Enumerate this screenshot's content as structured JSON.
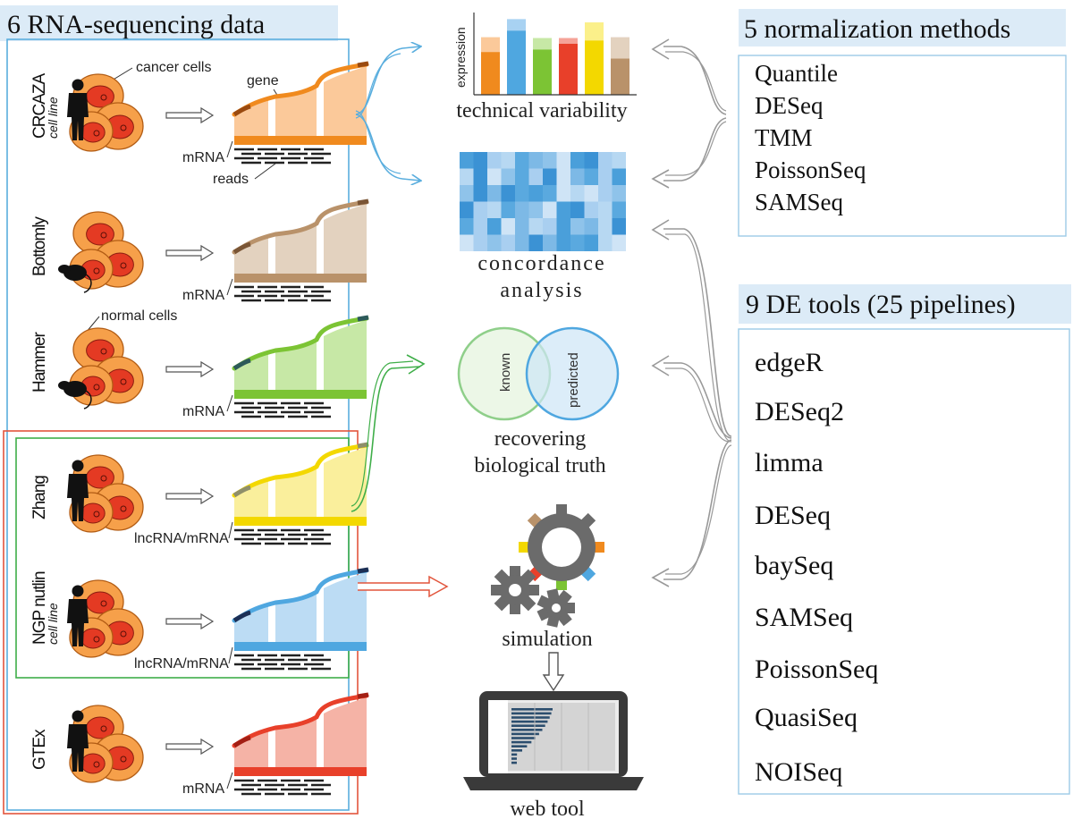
{
  "left_panel": {
    "title": "6 RNA-sequencing  data",
    "annotations": {
      "cancer_cells": "cancer cells",
      "gene": "gene",
      "reads": "reads",
      "normal_cells": "normal cells"
    },
    "datasets": [
      {
        "name": "CRCAZA",
        "sub": "cell line",
        "read_label": "mRNA",
        "color": "#f08a1e",
        "light": "#fbc99a",
        "cap": "#9a4a10",
        "organism": "human"
      },
      {
        "name": "Bottomly",
        "sub": "",
        "read_label": "mRNA",
        "color": "#b9926a",
        "light": "#e3d2bf",
        "cap": "#7a5535",
        "organism": "mouse"
      },
      {
        "name": "Hammer",
        "sub": "",
        "read_label": "mRNA",
        "color": "#7cc434",
        "light": "#c7e8a6",
        "cap": "#2d5a5a",
        "organism": "mouse"
      },
      {
        "name": "Zhang",
        "sub": "",
        "read_label": "lncRNA/mRNA",
        "color": "#f3d800",
        "light": "#faef9c",
        "cap": "#8f8f6a",
        "organism": "human"
      },
      {
        "name": "NGP nutlin",
        "sub": "cell line",
        "read_label": "lncRNA/mRNA",
        "color": "#4fa7e0",
        "light": "#bcdcf4",
        "cap": "#1c2f55",
        "organism": "human"
      },
      {
        "name": "GTEx",
        "sub": "",
        "read_label": "mRNA",
        "color": "#e8402a",
        "light": "#f5b3a6",
        "cap": "#a31f14",
        "organism": "human"
      }
    ]
  },
  "center": {
    "technical_variability": {
      "label": "technical variability",
      "ylabel": "expression",
      "bars": [
        {
          "value": 0.52,
          "extra": 0.18,
          "color": "#f08a1e",
          "light": "#fbc99a"
        },
        {
          "value": 0.78,
          "extra": 0.14,
          "color": "#4fa7e0",
          "light": "#a8d2f2"
        },
        {
          "value": 0.55,
          "extra": 0.14,
          "color": "#7cc434",
          "light": "#c7e8a6"
        },
        {
          "value": 0.62,
          "extra": 0.07,
          "color": "#e8402a",
          "light": "#f5a398"
        },
        {
          "value": 0.66,
          "extra": 0.22,
          "color": "#f3d800",
          "light": "#fbf08a"
        },
        {
          "value": 0.44,
          "extra": 0.26,
          "color": "#b9926a",
          "light": "#e3d2bf"
        }
      ]
    },
    "concordance": {
      "label_line1": "concordance",
      "label_line2": "analysis"
    },
    "truth": {
      "known": "known",
      "predicted": "predicted",
      "label_line1": "recovering",
      "label_line2": "biological truth"
    },
    "simulation": {
      "label": "simulation"
    },
    "web_tool": {
      "label": "web tool"
    }
  },
  "normalization": {
    "title": "5 normalization methods",
    "methods": [
      "Quantile",
      "DESeq",
      "TMM",
      "PoissonSeq",
      "SAMSeq"
    ]
  },
  "de_tools": {
    "title": "9 DE tools (25 pipelines)",
    "tools": [
      "edgeR",
      "DESeq2",
      "limma",
      "DESeq",
      "baySeq",
      "SAMSeq",
      "PoissonSeq",
      "QuasiSeq",
      "NOISeq"
    ]
  },
  "colors": {
    "blue_frame": "#5aaede",
    "green_frame": "#3fae49",
    "red_frame": "#e2553c",
    "banner": "#dcebf7",
    "box_border": "#9ccbe6"
  }
}
